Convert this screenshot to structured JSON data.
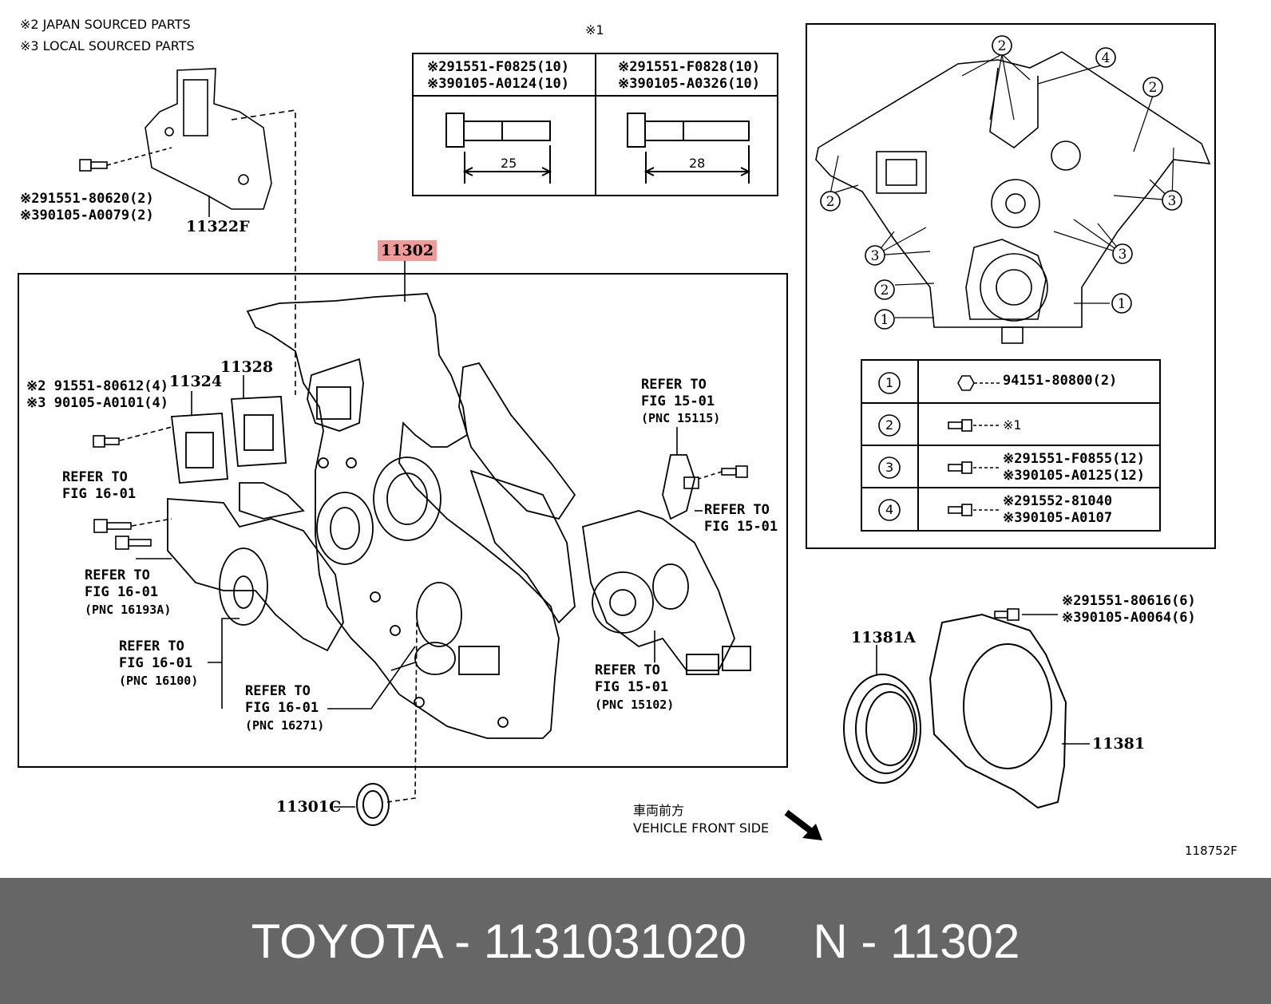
{
  "legend": {
    "line1": "※2 JAPAN SOURCED PARTS",
    "line2": "※3 LOCAL SOURCED PARTS"
  },
  "bolt_table_title": "※1",
  "bolt_table": [
    {
      "spec1": "※291551-F0825(10)",
      "spec2": "※390105-A0124(10)",
      "length": "25"
    },
    {
      "spec1": "※291551-F0828(10)",
      "spec2": "※390105-A0326(10)",
      "length": "28"
    }
  ],
  "parts": {
    "p11322F": "11322F",
    "p11302": "11302",
    "p11328": "11328",
    "p11324": "11324",
    "p11381A": "11381A",
    "p11381": "11381",
    "p11301C": "11301C"
  },
  "callouts": {
    "bolt_11322F_1": "※291551-80620(2)",
    "bolt_11322F_2": "※390105-A0079(2)",
    "bolt_11324_1": "※2 91551-80612(4)",
    "bolt_11324_2": "※3 90105-A0101(4)",
    "bolt_11381_1": "※291551-80616(6)",
    "bolt_11381_2": "※390105-A0064(6)"
  },
  "refers": [
    {
      "l1": "REFER TO",
      "l2": "FIG 15-01",
      "l3": "(PNC 15115)"
    },
    {
      "l1": "REFER TO",
      "l2": "FIG 15-01",
      "l3": ""
    },
    {
      "l1": "REFER TO",
      "l2": "FIG 16-01",
      "l3": ""
    },
    {
      "l1": "REFER TO",
      "l2": "FIG 16-01",
      "l3": "(PNC 16193A)"
    },
    {
      "l1": "REFER TO",
      "l2": "FIG 16-01",
      "l3": "(PNC 16100)"
    },
    {
      "l1": "REFER TO",
      "l2": "FIG 16-01",
      "l3": "(PNC 16271)"
    },
    {
      "l1": "REFER TO",
      "l2": "FIG 15-01",
      "l3": "(PNC 15102)"
    }
  ],
  "fastener_table": [
    {
      "num": "1",
      "l1": "94151-80800(2)",
      "l2": ""
    },
    {
      "num": "2",
      "l1": "※1",
      "l2": ""
    },
    {
      "num": "3",
      "l1": "※291551-F0855(12)",
      "l2": "※390105-A0125(12)"
    },
    {
      "num": "4",
      "l1": "※291552-81040",
      "l2": "※390105-A0107"
    }
  ],
  "front_direction": {
    "jp": "車両前方",
    "en": "VEHICLE FRONT SIDE"
  },
  "figure_id": "118752F",
  "footer": {
    "text": "TOYOTA - 1131031020     N - 11302"
  }
}
